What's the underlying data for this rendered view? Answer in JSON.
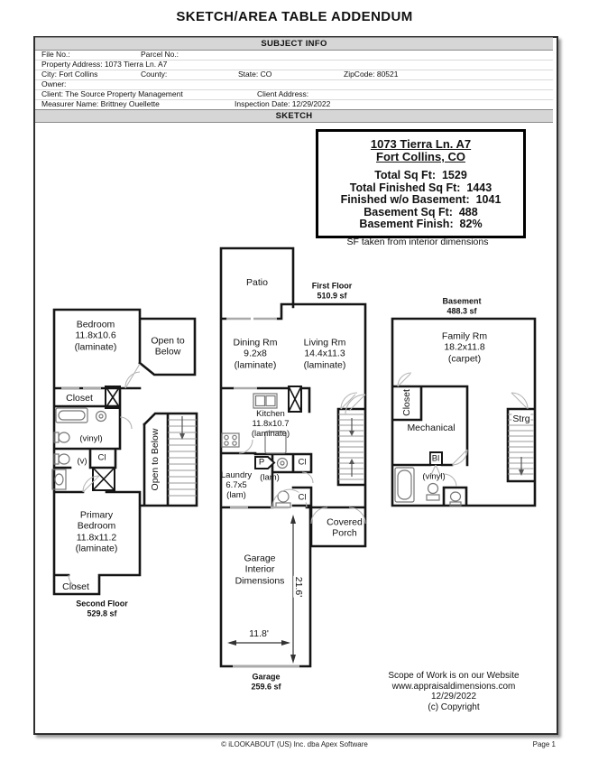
{
  "page": {
    "title": "SKETCH/AREA TABLE ADDENDUM",
    "footer_center": "© iLOOKABOUT (US) Inc. dba Apex Software",
    "footer_right": "Page 1"
  },
  "subject_info": {
    "header": "SUBJECT INFO",
    "file_no": "File No.:",
    "parcel_no": "Parcel No.:",
    "property_address": "Property Address: 1073 Tierra Ln. A7",
    "city": "City: Fort Collins",
    "county": "County:",
    "state": "State: CO",
    "zipcode": "ZipCode: 80521",
    "owner": "Owner:",
    "client": "Client: The Source Property Management",
    "client_address": "Client Address:",
    "measurer": "Measurer Name: Brittney Ouellette",
    "inspection_date": "Inspection Date: 12/29/2022"
  },
  "sketch": {
    "header": "SKETCH",
    "summary": {
      "address1": "1073 Tierra Ln. A7",
      "address2": "Fort Collins, CO",
      "total": "Total Sq Ft:  1529",
      "total_finished": "Total Finished Sq Ft:  1443",
      "finished_wo_basement": "Finished w/o Basement:  1041",
      "basement_sqft": "Basement Sq Ft:  488",
      "basement_finish": "Basement Finish:  82%"
    },
    "note": "SF taken from interior dimensions",
    "scope": "Scope of Work is on our Website\nwww.appraisaldimensions.com\n12/29/2022\n(c) Copyright"
  },
  "plans": {
    "second_floor": {
      "title": "Second Floor\n529.8 sf",
      "bedroom": "Bedroom\n11.8x10.6\n(laminate)",
      "open_below_upper": "Open to\nBelow",
      "open_below_stairs": "Open to Below",
      "closet_upper": "Closet",
      "vinyl": "(vinyl)",
      "v": "(v)",
      "cl": "Cl",
      "primary_bedroom": "Primary\nBedroom\n11.8x11.2\n(laminate)",
      "closet_lower": "Closet"
    },
    "first_floor": {
      "title": "First Floor\n510.9 sf",
      "patio": "Patio",
      "dining": "Dining Rm\n9.2x8\n(laminate)",
      "living": "Living Rm\n14.4x11.3\n(laminate)",
      "kitchen": "Kitchen\n11.8x10.7\n(laminate)",
      "laundry": "Laundry\n6.7x5\n(lam)",
      "pantry": "P",
      "cl1": "Cl",
      "lam": "(lam)",
      "cl2": "Cl",
      "covered_porch": "Covered\nPorch",
      "garage_room": "Garage\nInterior\nDimensions",
      "dim_height": "21.6'",
      "dim_width": "11.8'",
      "garage_title": "Garage\n259.6 sf"
    },
    "basement": {
      "title": "Basement\n488.3 sf",
      "family": "Family Rm\n18.2x11.8\n(carpet)",
      "closet": "Closet",
      "mechanical": "Mechanical",
      "strg": "Strg",
      "bl": "Bl",
      "vinyl": "(vinyl)"
    }
  }
}
